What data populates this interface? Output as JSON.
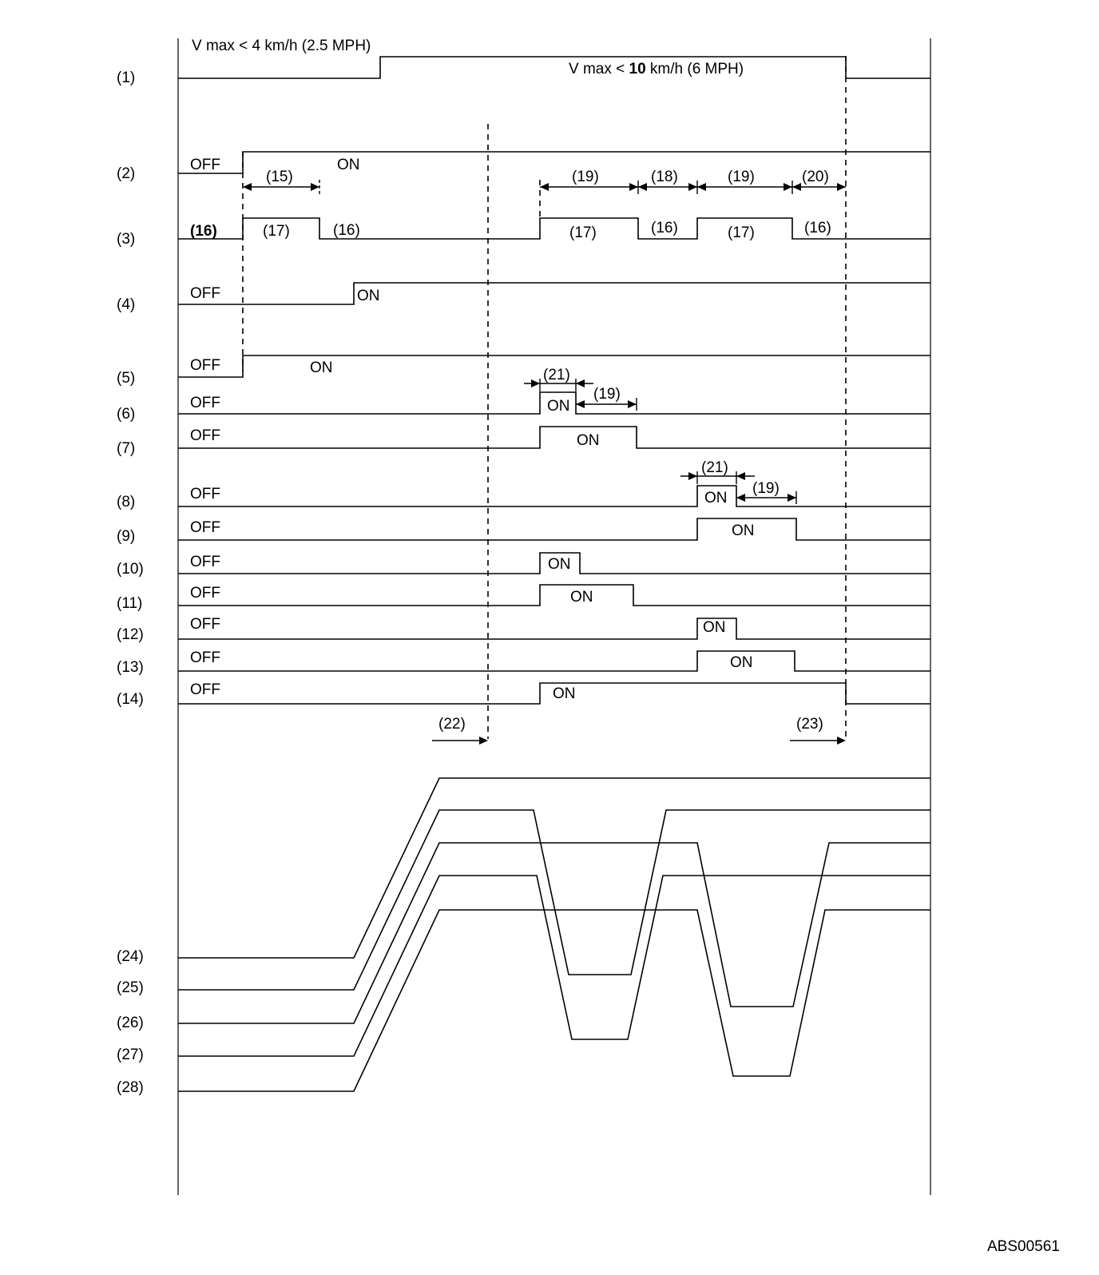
{
  "row_labels": [
    "(1)",
    "(2)",
    "(3)",
    "(4)",
    "(5)",
    "(6)",
    "(7)",
    "(8)",
    "(9)",
    "(10)",
    "(11)",
    "(12)",
    "(13)",
    "(14)",
    "(24)",
    "(25)",
    "(26)",
    "(27)",
    "(28)"
  ],
  "texts": {
    "vmax_low": "V max < 4 km/h (2.5 MPH)",
    "vmax_high_prefix": "V max < ",
    "vmax_high_bold": "10",
    "vmax_high_suffix": " km/h (6 MPH)",
    "off": "OFF",
    "on": "ON",
    "l15": "(15)",
    "l16": "(16)",
    "l17": "(17)",
    "l18": "(18)",
    "l19": "(19)",
    "l20": "(20)",
    "l21": "(21)",
    "l22": "(22)",
    "l23": "(23)"
  },
  "figure_code": "ABS00561"
}
